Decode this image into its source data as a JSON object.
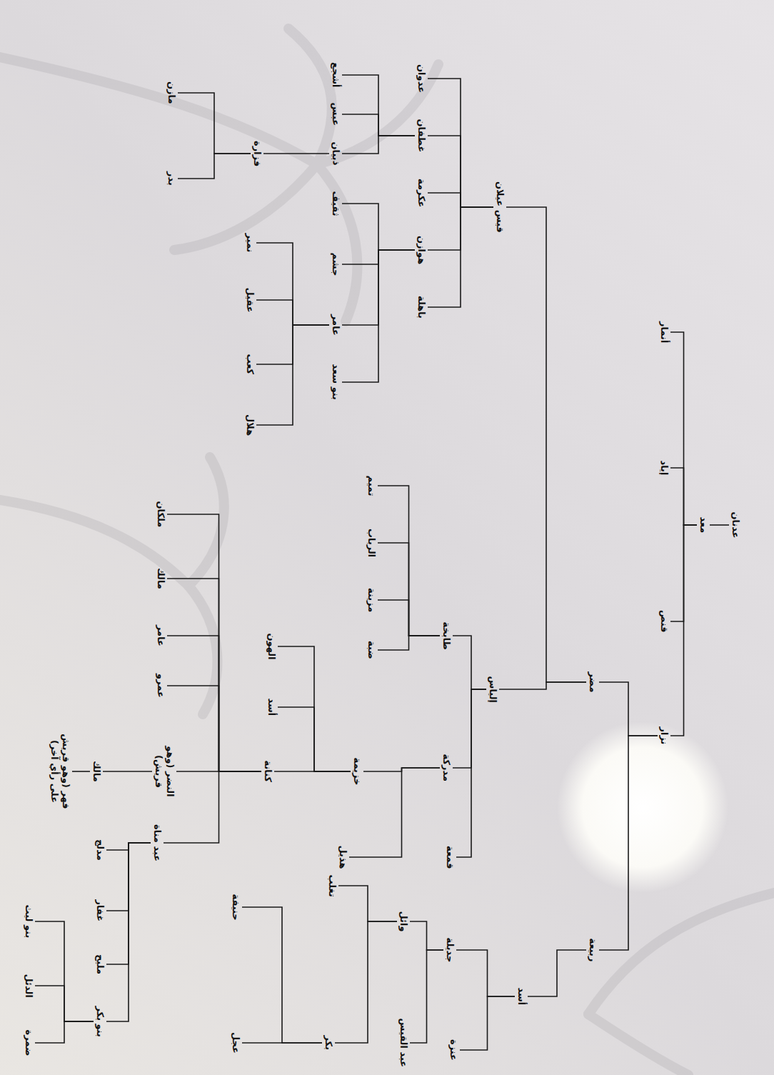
{
  "diagram": {
    "nodes": [
      {
        "text": [
          "عدنان"
        ]
      },
      {
        "text": [
          "معد"
        ]
      },
      {
        "text": [
          "نزار"
        ]
      },
      {
        "text": [
          "قنص"
        ]
      },
      {
        "text": [
          "إياد"
        ]
      },
      {
        "text": [
          "أنمار"
        ]
      },
      {
        "text": [
          "مضر"
        ]
      },
      {
        "text": [
          "ربيعة"
        ]
      },
      {
        "text": [
          "قيس عيلان"
        ]
      },
      {
        "text": [
          "إلياس"
        ]
      },
      {
        "text": [
          "أسد"
        ]
      },
      {
        "text": [
          "عدوان"
        ]
      },
      {
        "text": [
          "غطفان"
        ]
      },
      {
        "text": [
          "عكرمة"
        ]
      },
      {
        "text": [
          "هوازن"
        ]
      },
      {
        "text": [
          "باهلة"
        ]
      },
      {
        "text": [
          "طابخة"
        ]
      },
      {
        "text": [
          "مدركة"
        ]
      },
      {
        "text": [
          "قمعة"
        ]
      },
      {
        "text": [
          "جديلة"
        ]
      },
      {
        "text": [
          "عنزة"
        ]
      },
      {
        "text": [
          "أشجع"
        ]
      },
      {
        "text": [
          "عبس"
        ]
      },
      {
        "text": [
          "ذبيان"
        ]
      },
      {
        "text": [
          "ثقيف"
        ]
      },
      {
        "text": [
          "جشم"
        ]
      },
      {
        "text": [
          "عامر"
        ]
      },
      {
        "text": [
          "بنو سعد"
        ]
      },
      {
        "text": [
          "تميم"
        ]
      },
      {
        "text": [
          "الرباب"
        ]
      },
      {
        "text": [
          "مزينة"
        ]
      },
      {
        "text": [
          "ضبة"
        ]
      },
      {
        "text": [
          "خزيمة"
        ]
      },
      {
        "text": [
          "هذيل"
        ]
      },
      {
        "text": [
          "وائل"
        ]
      },
      {
        "text": [
          "عبد القيس"
        ]
      },
      {
        "text": [
          "فزارة"
        ]
      },
      {
        "text": [
          "نمير"
        ]
      },
      {
        "text": [
          "عقيل"
        ]
      },
      {
        "text": [
          "كعب"
        ]
      },
      {
        "text": [
          "هلال"
        ]
      },
      {
        "text": [
          "الهون"
        ]
      },
      {
        "text": [
          "أسد"
        ]
      },
      {
        "text": [
          "كنانة"
        ]
      },
      {
        "text": [
          "تغلب"
        ]
      },
      {
        "text": [
          "بكر"
        ]
      },
      {
        "text": [
          "مازن"
        ]
      },
      {
        "text": [
          "بدر"
        ]
      },
      {
        "text": [
          "حنيفة"
        ]
      },
      {
        "text": [
          "عجل"
        ]
      },
      {
        "text": [
          "ملكان"
        ]
      },
      {
        "text": [
          "مالك"
        ]
      },
      {
        "text": [
          "عامر"
        ]
      },
      {
        "text": [
          "عمرو"
        ]
      },
      {
        "text": [
          "النضر (وهو قريش)"
        ]
      },
      {
        "text": [
          "عبد مناة"
        ]
      },
      {
        "text": [
          "مالك"
        ]
      },
      {
        "text": [
          "فهر (وهو قريش على رأي آخر)"
        ]
      },
      {
        "text": [
          "مدلج"
        ]
      },
      {
        "text": [
          "غفار"
        ]
      },
      {
        "text": [
          "مليح"
        ]
      },
      {
        "text": [
          "بنو بكر"
        ]
      },
      {
        "text": [
          "بنو ليث"
        ]
      },
      {
        "text": [
          "الدئل"
        ]
      },
      {
        "text": [
          "ضمرة"
        ]
      }
    ],
    "edges": [
      {
        "from": 0,
        "to": 1,
        "arrow": "none"
      },
      {
        "from": 1,
        "to": 2,
        "arrow": "none"
      },
      {
        "from": 1,
        "to": 3,
        "arrow": "none"
      },
      {
        "from": 1,
        "to": 4,
        "arrow": "none"
      },
      {
        "from": 1,
        "to": 5,
        "arrow": "none"
      },
      {
        "from": 2,
        "to": 6,
        "arrow": "none"
      },
      {
        "from": 2,
        "to": 7,
        "arrow": "none"
      },
      {
        "from": 6,
        "to": 8,
        "arrow": "none"
      },
      {
        "from": 6,
        "to": 9,
        "arrow": "none"
      },
      {
        "from": 7,
        "to": 10,
        "arrow": "none"
      },
      {
        "from": 8,
        "to": 11,
        "arrow": "none"
      },
      {
        "from": 8,
        "to": 12,
        "arrow": "none"
      },
      {
        "from": 8,
        "to": 13,
        "arrow": "none"
      },
      {
        "from": 8,
        "to": 14,
        "arrow": "none"
      },
      {
        "from": 8,
        "to": 15,
        "arrow": "none"
      },
      {
        "from": 9,
        "to": 16,
        "arrow": "none"
      },
      {
        "from": 9,
        "to": 17,
        "arrow": "none"
      },
      {
        "from": 9,
        "to": 18,
        "arrow": "none"
      },
      {
        "from": 10,
        "to": 19,
        "arrow": "none"
      },
      {
        "from": 10,
        "to": 20,
        "arrow": "none"
      },
      {
        "from": 12,
        "to": 21,
        "arrow": "none"
      },
      {
        "from": 12,
        "to": 22,
        "arrow": "none"
      },
      {
        "from": 12,
        "to": 23,
        "arrow": "none"
      },
      {
        "from": 14,
        "to": 24,
        "arrow": "none"
      },
      {
        "from": 14,
        "to": 25,
        "arrow": "none"
      },
      {
        "from": 14,
        "to": 26,
        "arrow": "none"
      },
      {
        "from": 14,
        "to": 27,
        "arrow": "none"
      },
      {
        "from": 16,
        "to": 28,
        "arrow": "none"
      },
      {
        "from": 16,
        "to": 29,
        "arrow": "none"
      },
      {
        "from": 16,
        "to": 30,
        "arrow": "none"
      },
      {
        "from": 16,
        "to": 31,
        "arrow": "none"
      },
      {
        "from": 17,
        "to": 32,
        "arrow": "none"
      },
      {
        "from": 17,
        "to": 33,
        "arrow": "none"
      },
      {
        "from": 19,
        "to": 34,
        "arrow": "none"
      },
      {
        "from": 19,
        "to": 35,
        "arrow": "none"
      },
      {
        "from": 23,
        "to": 36,
        "arrow": "none"
      },
      {
        "from": 26,
        "to": 37,
        "arrow": "none"
      },
      {
        "from": 26,
        "to": 38,
        "arrow": "none"
      },
      {
        "from": 26,
        "to": 39,
        "arrow": "none"
      },
      {
        "from": 26,
        "to": 40,
        "arrow": "none"
      },
      {
        "from": 32,
        "to": 41,
        "arrow": "none"
      },
      {
        "from": 32,
        "to": 42,
        "arrow": "none"
      },
      {
        "from": 32,
        "to": 43,
        "arrow": "none"
      },
      {
        "from": 34,
        "to": 44,
        "arrow": "none"
      },
      {
        "from": 34,
        "to": 45,
        "arrow": "none"
      },
      {
        "from": 36,
        "to": 46,
        "arrow": "none"
      },
      {
        "from": 36,
        "to": 47,
        "arrow": "none"
      },
      {
        "from": 45,
        "to": 48,
        "arrow": "none"
      },
      {
        "from": 45,
        "to": 49,
        "arrow": "none"
      },
      {
        "from": 43,
        "to": 50,
        "arrow": "none"
      },
      {
        "from": 43,
        "to": 51,
        "arrow": "none"
      },
      {
        "from": 43,
        "to": 52,
        "arrow": "none"
      },
      {
        "from": 43,
        "to": 53,
        "arrow": "none"
      },
      {
        "from": 43,
        "to": 54,
        "arrow": "none"
      },
      {
        "from": 43,
        "to": 55,
        "arrow": "none"
      },
      {
        "from": 54,
        "to": 56,
        "arrow": "none"
      },
      {
        "from": 56,
        "to": 57,
        "arrow": "none"
      },
      {
        "from": 55,
        "to": 58,
        "arrow": "none"
      },
      {
        "from": 55,
        "to": 59,
        "arrow": "none"
      },
      {
        "from": 55,
        "to": 60,
        "arrow": "none"
      },
      {
        "from": 55,
        "to": 61,
        "arrow": "none"
      },
      {
        "from": 61,
        "to": 62,
        "arrow": "none"
      },
      {
        "from": 61,
        "to": 63,
        "arrow": "none"
      },
      {
        "from": 61,
        "to": 64,
        "arrow": "none"
      }
    ]
  }
}
